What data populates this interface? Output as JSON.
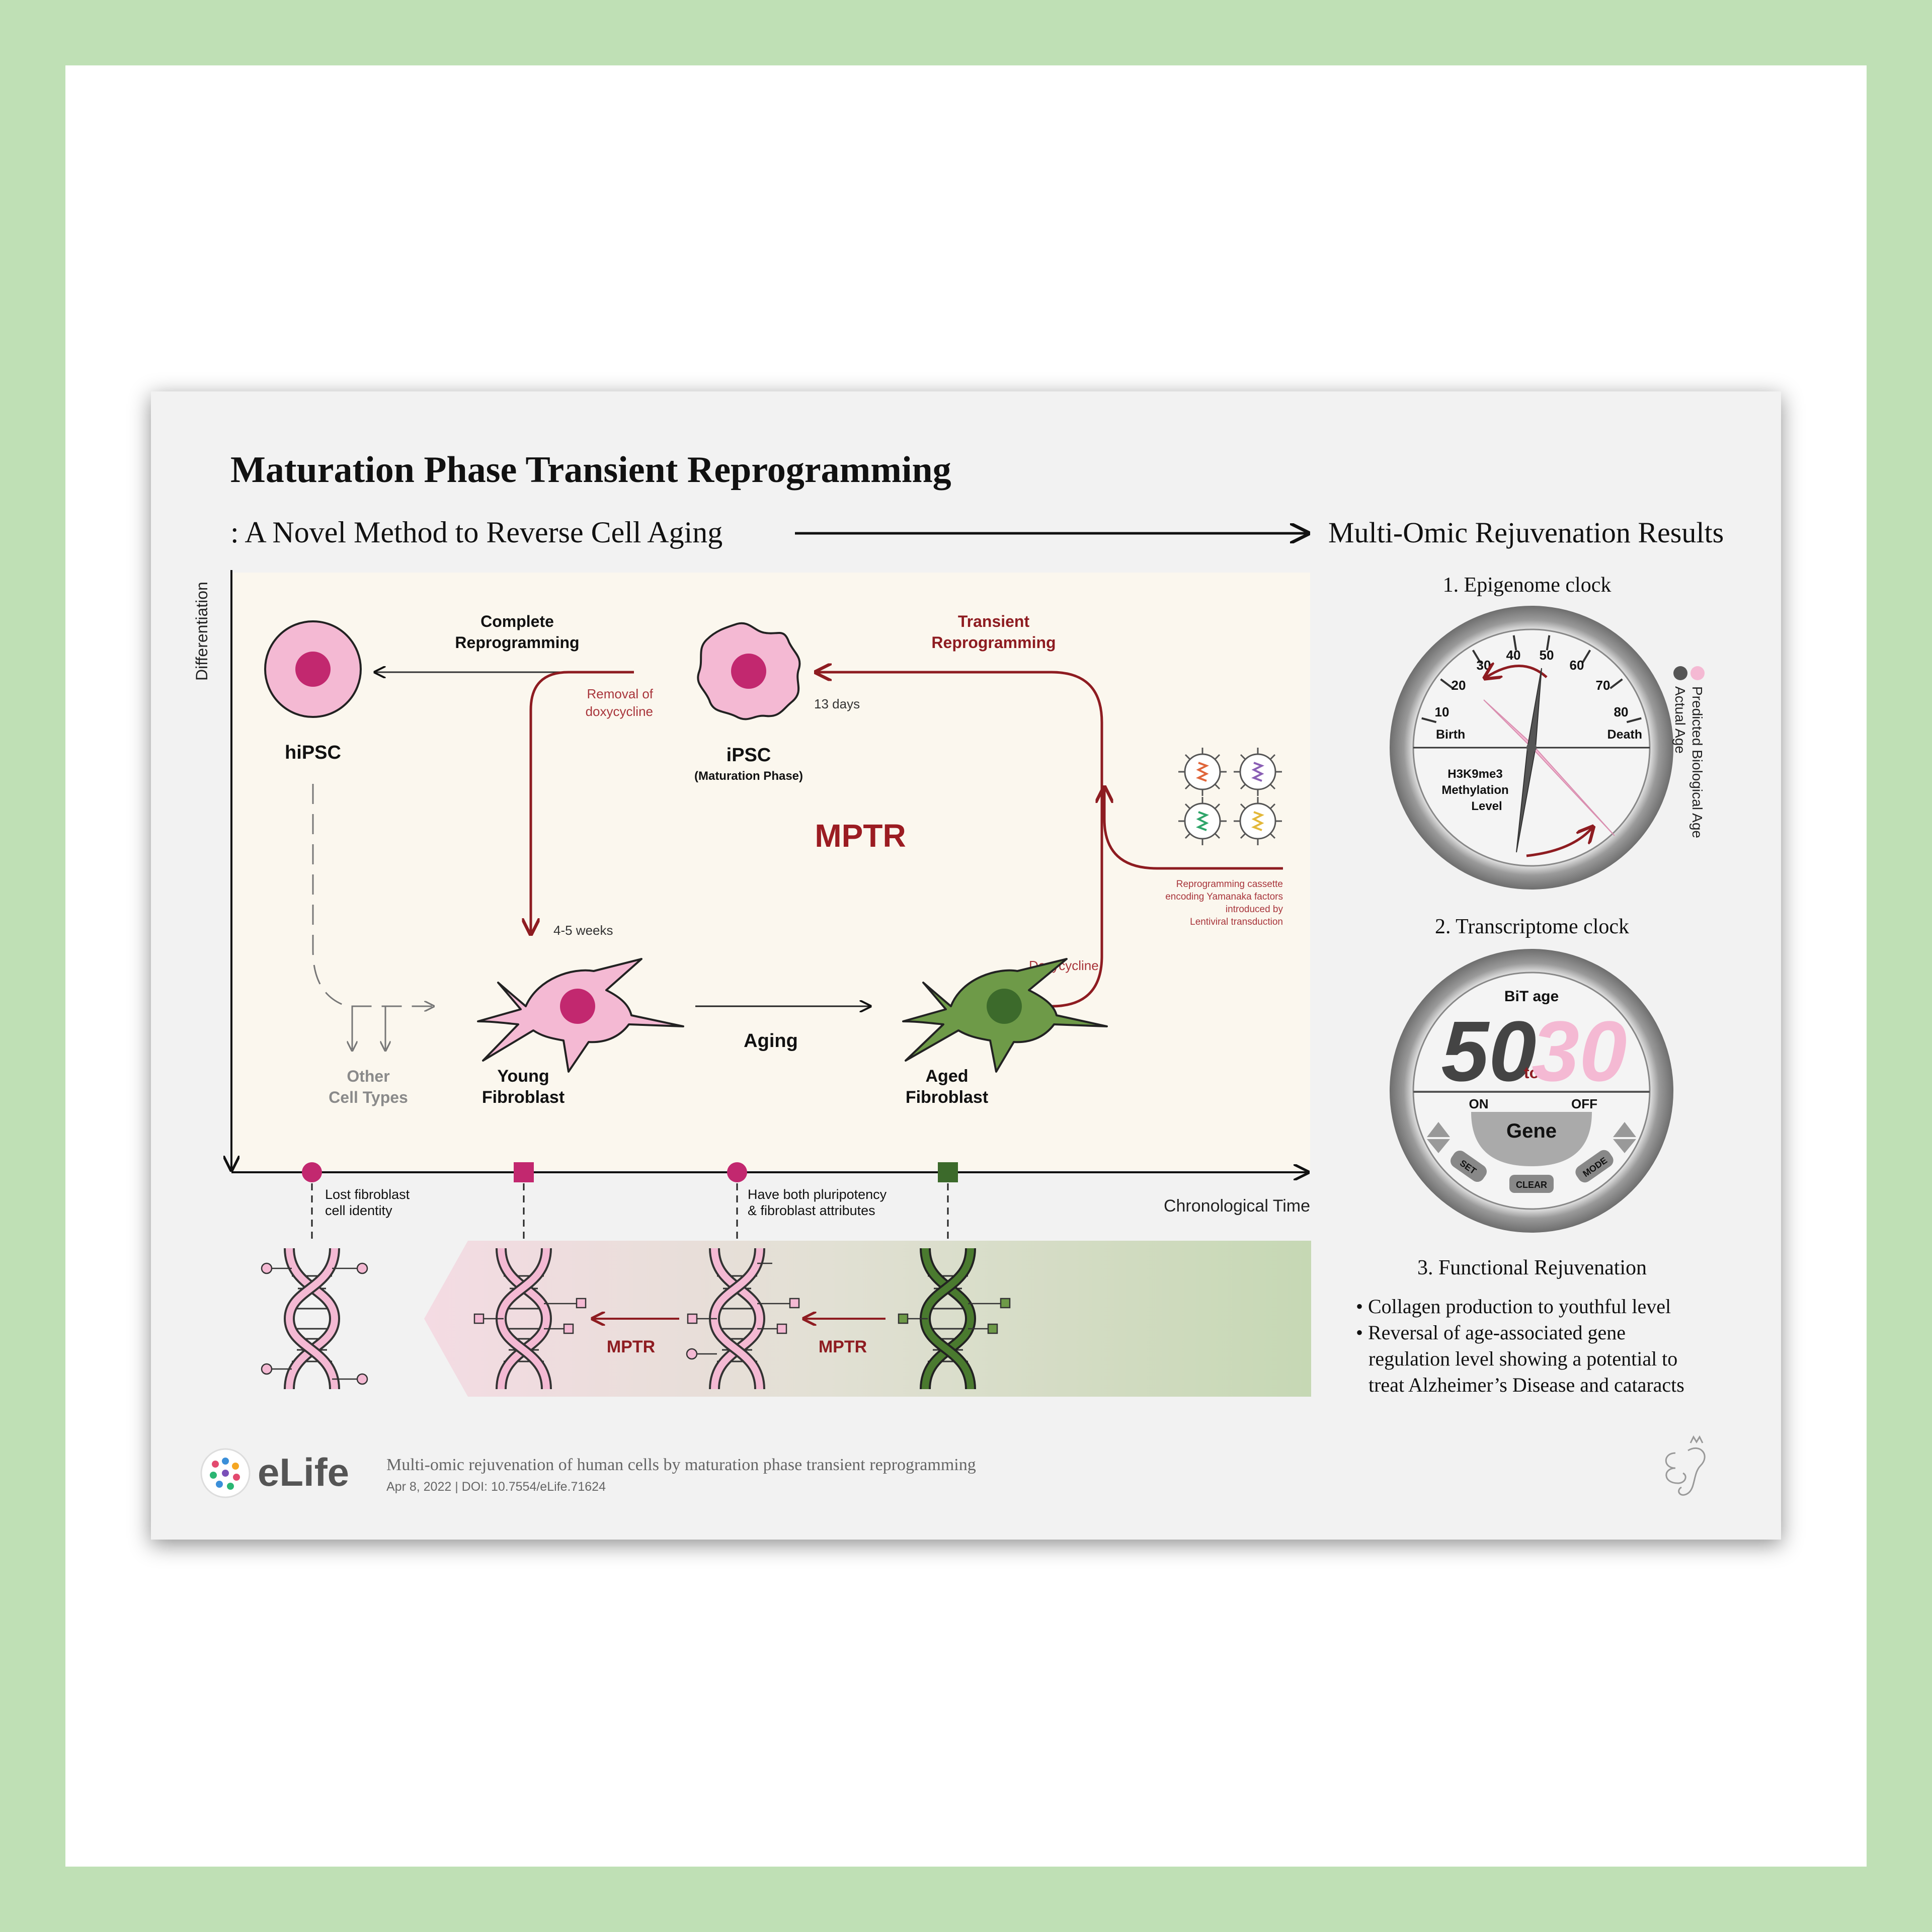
{
  "title": "Maturation Phase Transient Reprogramming",
  "subtitle": ": A Novel Method to Reverse Cell Aging",
  "results_heading": "Multi-Omic Rejuvenation Results",
  "axes": {
    "y_label": "Differentiation",
    "x_label": "Chronological Time"
  },
  "cells": {
    "hipsc": "hiPSC",
    "ipsc": "iPSC",
    "ipsc_sub": "(Maturation Phase)",
    "young_1": "Young",
    "young_2": "Fibroblast",
    "aged_1": "Aged",
    "aged_2": "Fibroblast",
    "other_1": "Other",
    "other_2": "Cell Types"
  },
  "labels": {
    "complete_1": "Complete",
    "complete_2": "Reprogramming",
    "transient_1": "Transient",
    "transient_2": "Reprogramming",
    "removal_1": "Removal of",
    "removal_2": "doxycycline",
    "days": "13 days",
    "weeks": "4-5 weeks",
    "mptr": "MPTR",
    "aging": "Aging",
    "doxy": "Doxycycline",
    "cassette": [
      "Reprogramming cassette",
      "encoding Yamanaka factors",
      "introduced by",
      "Lentiviral transduction"
    ]
  },
  "timeline": {
    "lost_1": "Lost fibroblast",
    "lost_2": "cell identity",
    "both_1": "Have both pluripotency",
    "both_2": "& fibroblast attributes",
    "mptr_1": "MPTR",
    "mptr_2": "MPTR"
  },
  "results": {
    "r1": "1. Epigenome clock",
    "r2": "2. Transcriptome clock",
    "r3": "3. Functional Rejuvenation",
    "clock_numbers": [
      "10",
      "20",
      "30",
      "40",
      "50",
      "60",
      "70",
      "80"
    ],
    "birth": "Birth",
    "death": "Death",
    "methyl": [
      "H3K9me3",
      "Methylation",
      "Level"
    ],
    "legend_pred": "Predicted Biological Age",
    "legend_actual": "Actual Age",
    "bit_age": "BiT age",
    "age_from": "50",
    "age_to_word": "to",
    "age_to": "30",
    "on": "ON",
    "off": "OFF",
    "gene": "Gene",
    "set": "SET",
    "clear": "CLEAR",
    "mode": "MODE",
    "bullets": [
      "• Collagen production to youthful level",
      "• Reversal of age-associated gene",
      "regulation level showing a potential to",
      "treat Alzheimer’s Disease and cataracts"
    ]
  },
  "footer": {
    "brand": "eLife",
    "paper_title": "Multi-omic rejuvenation of human cells by maturation phase transient reprogramming",
    "citation": "Apr 8, 2022 | DOI: 10.7554/eLife.71624"
  },
  "colors": {
    "pink": "#f4b9d3",
    "magenta": "#c2286f",
    "dark_red": "#8e1c21",
    "green": "#6e9a48",
    "dark_green": "#3c6a2b",
    "panel": "#fbf7ee"
  }
}
